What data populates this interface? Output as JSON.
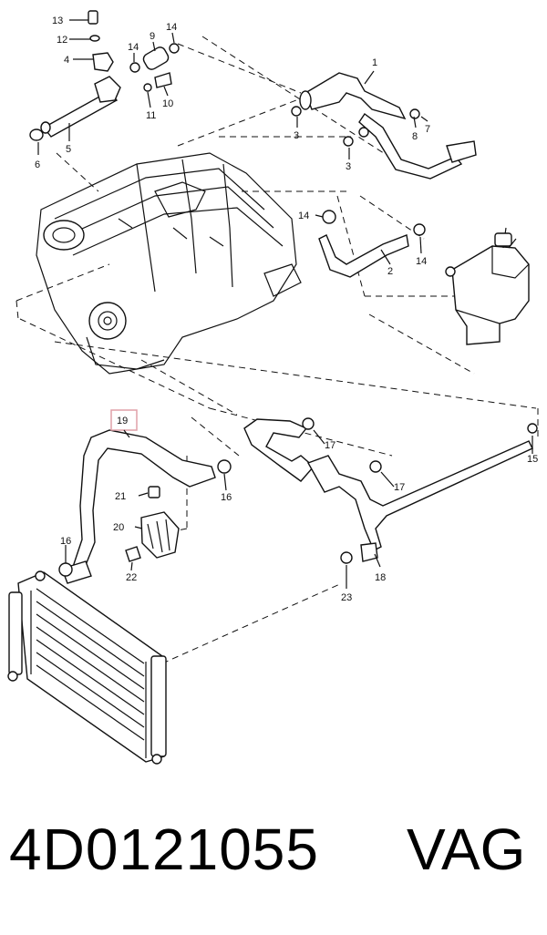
{
  "diagram": {
    "highlight_color": "#e0a0a8",
    "callouts": [
      "13",
      "12",
      "4",
      "14",
      "9",
      "14",
      "5",
      "6",
      "11",
      "10",
      "1",
      "3",
      "3",
      "7",
      "8",
      "14",
      "2",
      "14",
      "19",
      "17",
      "17",
      "15",
      "16",
      "21",
      "20",
      "16",
      "22",
      "18",
      "23"
    ]
  },
  "footer": {
    "part_number": "4D0121055",
    "brand": "VAG"
  }
}
